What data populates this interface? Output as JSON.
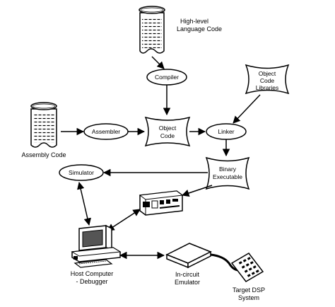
{
  "labels": {
    "high_level_line1": "High-level",
    "high_level_line2": "Language Code",
    "compiler": "Compiler",
    "object_code_libraries_line1": "Object",
    "object_code_libraries_line2": "Code",
    "object_code_libraries_line3": "Libraries",
    "assembly_code": "Assembly Code",
    "assembler": "Assembler",
    "object_code_line1": "Object",
    "object_code_line2": "Code",
    "linker": "Linker",
    "binary_executable_line1": "Binary",
    "binary_executable_line2": "Executable",
    "simulator": "Simulator",
    "host_computer_line1": "Host Computer",
    "host_computer_line2": "- Debugger",
    "emulator_line1": "In-circuit",
    "emulator_line2": "Emulator",
    "target_line1": "Target DSP",
    "target_line2": "System"
  },
  "colors": {
    "ink": "#000000",
    "paper": "#ffffff",
    "screen": "#555555"
  },
  "icons": {
    "high_level_code": "scroll-document-icon",
    "assembly_code": "scroll-document-icon",
    "lab_instrument": "hardware-board-icon",
    "host_computer": "desktop-computer-icon",
    "emulator": "emulator-box-icon",
    "target_dsp": "keypad-device-icon"
  }
}
